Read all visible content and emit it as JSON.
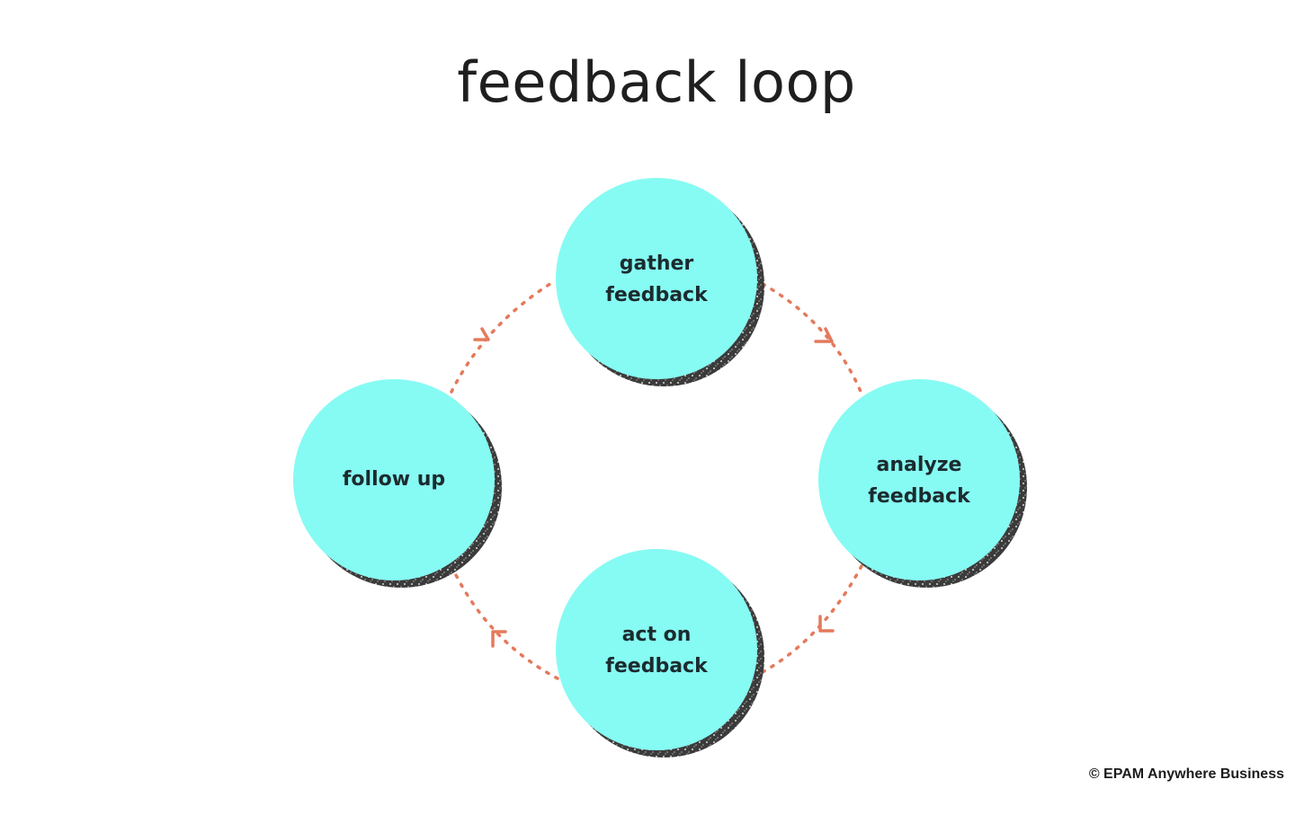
{
  "title": "feedback loop",
  "colors": {
    "node_fill": "#86FBF3",
    "arrow": "#E47A5C",
    "text": "#1C2B2E",
    "shadow": "#3B3B3B"
  },
  "nodes": {
    "gather": {
      "line1": "gather",
      "line2": "feedback"
    },
    "analyze": {
      "line1": "analyze",
      "line2": "feedback"
    },
    "act": {
      "line1": "act on",
      "line2": "feedback"
    },
    "follow": {
      "line1": "follow up"
    }
  },
  "copyright": "© EPAM Anywhere Business"
}
